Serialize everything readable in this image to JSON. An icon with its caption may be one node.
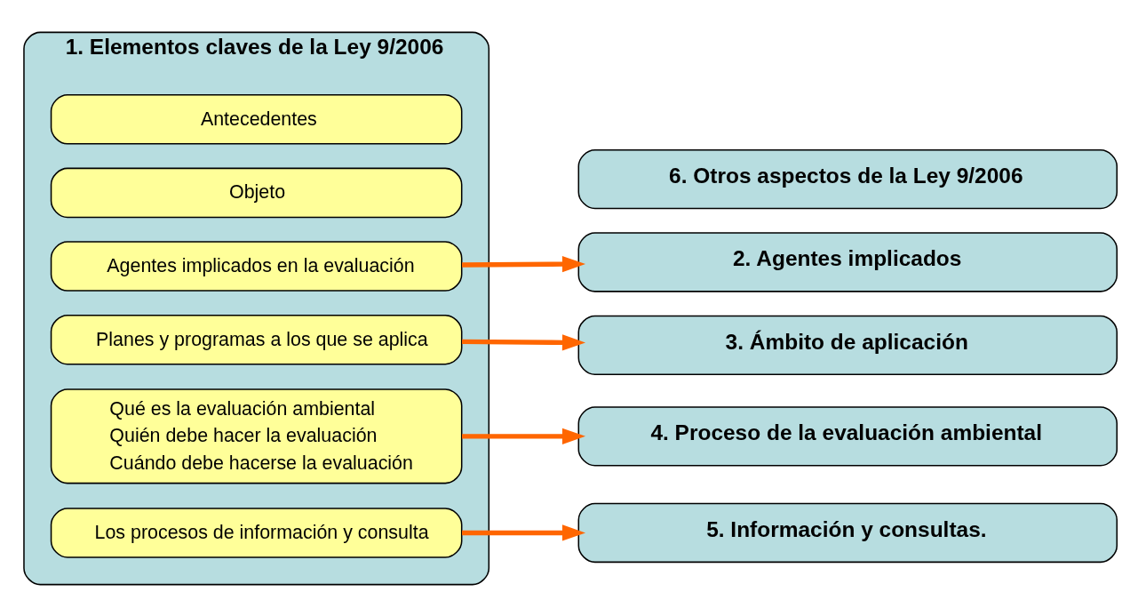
{
  "diagram": {
    "nodes": [
      {
        "text": [
          "1. Elementos claves de la Ley 9/2006"
        ]
      },
      {
        "text": [
          "Antecedentes"
        ],
        "in": 0
      },
      {
        "text": [
          "Objeto"
        ],
        "in": 0
      },
      {
        "text": [
          "Agentes implicados en la evaluación"
        ],
        "in": 0
      },
      {
        "text": [
          "Planes y programas a los que se aplica"
        ],
        "in": 0
      },
      {
        "text": [
          "Qué es la evaluación ambiental",
          "Quién debe hacer la evaluación",
          "Cuándo debe hacerse la evaluación"
        ],
        "in": 0
      },
      {
        "text": [
          "Los procesos de información y consulta"
        ],
        "in": 0
      },
      {
        "text": [
          "2. Agentes implicados"
        ]
      },
      {
        "text": [
          "3. Ámbito de aplicación"
        ]
      },
      {
        "text": [
          "4. Proceso de la evaluación ambiental"
        ]
      },
      {
        "text": [
          "5. Información y consultas."
        ]
      },
      {
        "text": [
          "6. Otros aspectos de la Ley 9/2006"
        ]
      }
    ],
    "edges": [
      {
        "from": 3,
        "to": 7,
        "arrow": "to"
      },
      {
        "from": 4,
        "to": 8,
        "arrow": "to"
      },
      {
        "from": 5,
        "to": 9,
        "arrow": "to"
      },
      {
        "from": 6,
        "to": 10,
        "arrow": "to"
      }
    ]
  }
}
